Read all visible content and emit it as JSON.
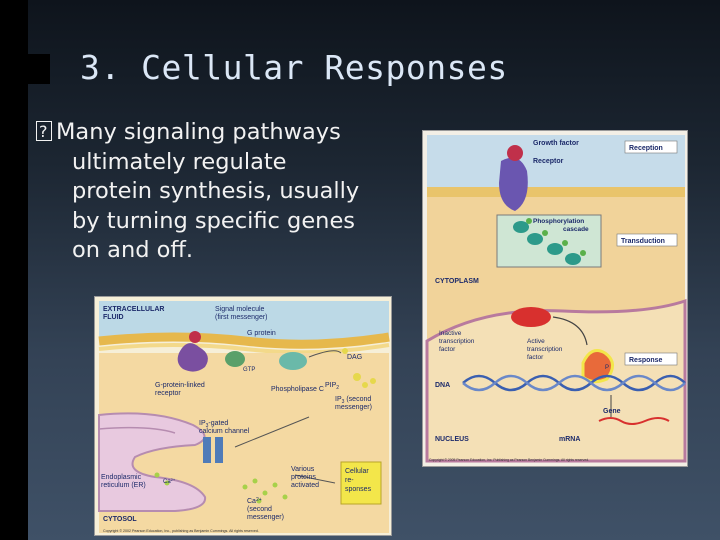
{
  "slide": {
    "title": "3. Cellular Responses",
    "bullet": {
      "icon": "square-bullet-icon",
      "lines": [
        "Many signaling pathways",
        "ultimately regulate",
        "protein synthesis, usually",
        "by turning specific genes",
        "on and off."
      ]
    }
  },
  "left_figure": {
    "labels": {
      "extracellular": [
        "EXTRACELLULAR",
        "FLUID"
      ],
      "signal": [
        "Signal molecule",
        "(first messenger)"
      ],
      "g_protein": "G protein",
      "gtp": "GTP",
      "dag": "DAG",
      "pip2": "PIP",
      "pip2_sub": "2",
      "gpcr": [
        "G-protein-linked",
        "receptor"
      ],
      "phospholipase": "Phospholipase C",
      "ip3": [
        "IP",
        "3",
        " (second",
        "messenger)"
      ],
      "channel": [
        "IP",
        "3",
        "-gated",
        "calcium channel"
      ],
      "er": [
        "Endoplasmic",
        "reticulum (ER)"
      ],
      "ca_er": "Ca",
      "ca_sup": "2+",
      "various": [
        "Various",
        "proteins",
        "activated"
      ],
      "cellular": [
        "Cellular",
        "re-",
        "sponses"
      ],
      "ca_second": [
        "Ca",
        "2+",
        "(second",
        "messenger)"
      ],
      "cytosol": "CYTOSOL",
      "copyright": "Copyright © 2002 Pearson Education, Inc., publishing as Benjamin Cummings. All rights reserved."
    }
  },
  "right_figure": {
    "labels": {
      "growth_factor": "Growth factor",
      "receptor": "Receptor",
      "reception": "Reception",
      "phospho": [
        "Phosphorylation",
        "cascade"
      ],
      "transduction": "Transduction",
      "cytoplasm": "CYTOPLASM",
      "inactive_tf": [
        "Inactive",
        "transcription",
        "factor"
      ],
      "active_tf": [
        "Active",
        "transcription",
        "factor"
      ],
      "response": "Response",
      "p": "P",
      "dna": "DNA",
      "gene": "Gene",
      "nucleus": "NUCLEUS",
      "mrna": "mRNA",
      "copyright": "Copyright © 2005 Pearson Education, Inc. Publishing as Pearson Benjamin Cummings. All rights reserved."
    }
  }
}
